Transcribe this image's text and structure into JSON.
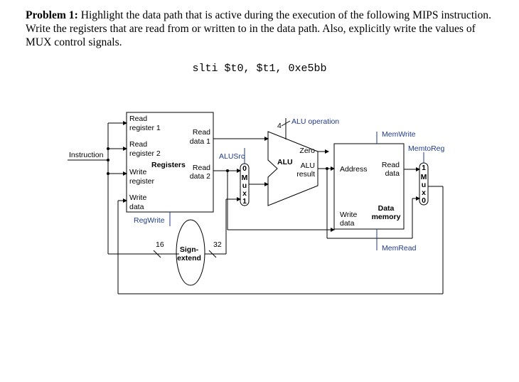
{
  "problem": {
    "label": "Problem 1:",
    "text": "Highlight the data path that is active during the execution of the following MIPS instruction.  Write the registers that are read from or written to in the data path.  Also, explicitly write the values of MUX control signals."
  },
  "instruction": "slti $t0, $t1, 0xe5bb",
  "diagram": {
    "instruction_label": "Instruction",
    "registers": {
      "title": "Registers",
      "read_register_1_a": "Read",
      "read_register_1_b": "register 1",
      "read_register_2_a": "Read",
      "read_register_2_b": "register 2",
      "write_register_a": "Write",
      "write_register_b": "register",
      "write_data_a": "Write",
      "write_data_b": "data",
      "read_data_1_a": "Read",
      "read_data_1_b": "data 1",
      "read_data_2_a": "Read",
      "read_data_2_b": "data 2"
    },
    "regwrite": "RegWrite",
    "alusrc": "ALUSrc",
    "mux1": {
      "top": "0",
      "letters": [
        "M",
        "u",
        "x"
      ],
      "bottom": "1"
    },
    "alu": {
      "operation": "ALU operation",
      "width": "4",
      "label": "ALU",
      "zero": "Zero",
      "result_a": "ALU",
      "result_b": "result"
    },
    "memory": {
      "memwrite": "MemWrite",
      "memread": "MemRead",
      "address": "Address",
      "read_data_a": "Read",
      "read_data_b": "data",
      "write_data_a": "Write",
      "write_data_b": "data",
      "title_a": "Data",
      "title_b": "memory"
    },
    "memtoreg": "MemtoReg",
    "mux2": {
      "top": "1",
      "letters": [
        "M",
        "u",
        "x"
      ],
      "bottom": "0"
    },
    "sign_extend": {
      "a": "Sign-",
      "b": "extend",
      "in_bits": "16",
      "out_bits": "32"
    }
  }
}
